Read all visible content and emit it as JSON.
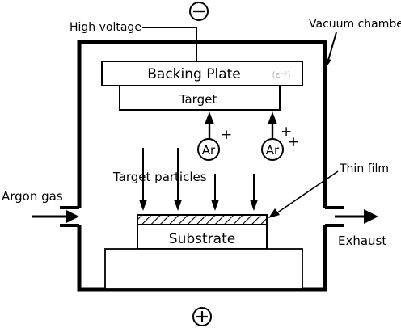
{
  "labels": {
    "high_voltage": "High voltage",
    "vacuum_chamber": "Vacuum chamber",
    "backing_plate": "Backing Plate",
    "backing_plate_mark": "(ε⁻⁾)",
    "target": "Target",
    "ion_1": "Ar",
    "ion_1_charge": "+",
    "ion_2": "Ar",
    "ion_2_charge_a": "+",
    "ion_2_charge_b": "+",
    "target_particles": "Target particles",
    "thin_film": "Thin film",
    "argon_gas": "Argon gas",
    "substrate": "Substrate",
    "exhaust": "Exhaust",
    "minus_symbol": "⊖",
    "plus_symbol": "⊕"
  },
  "colors": {
    "ink": "#000000",
    "mark": "#bbbbbb",
    "background": "#ffffff"
  }
}
